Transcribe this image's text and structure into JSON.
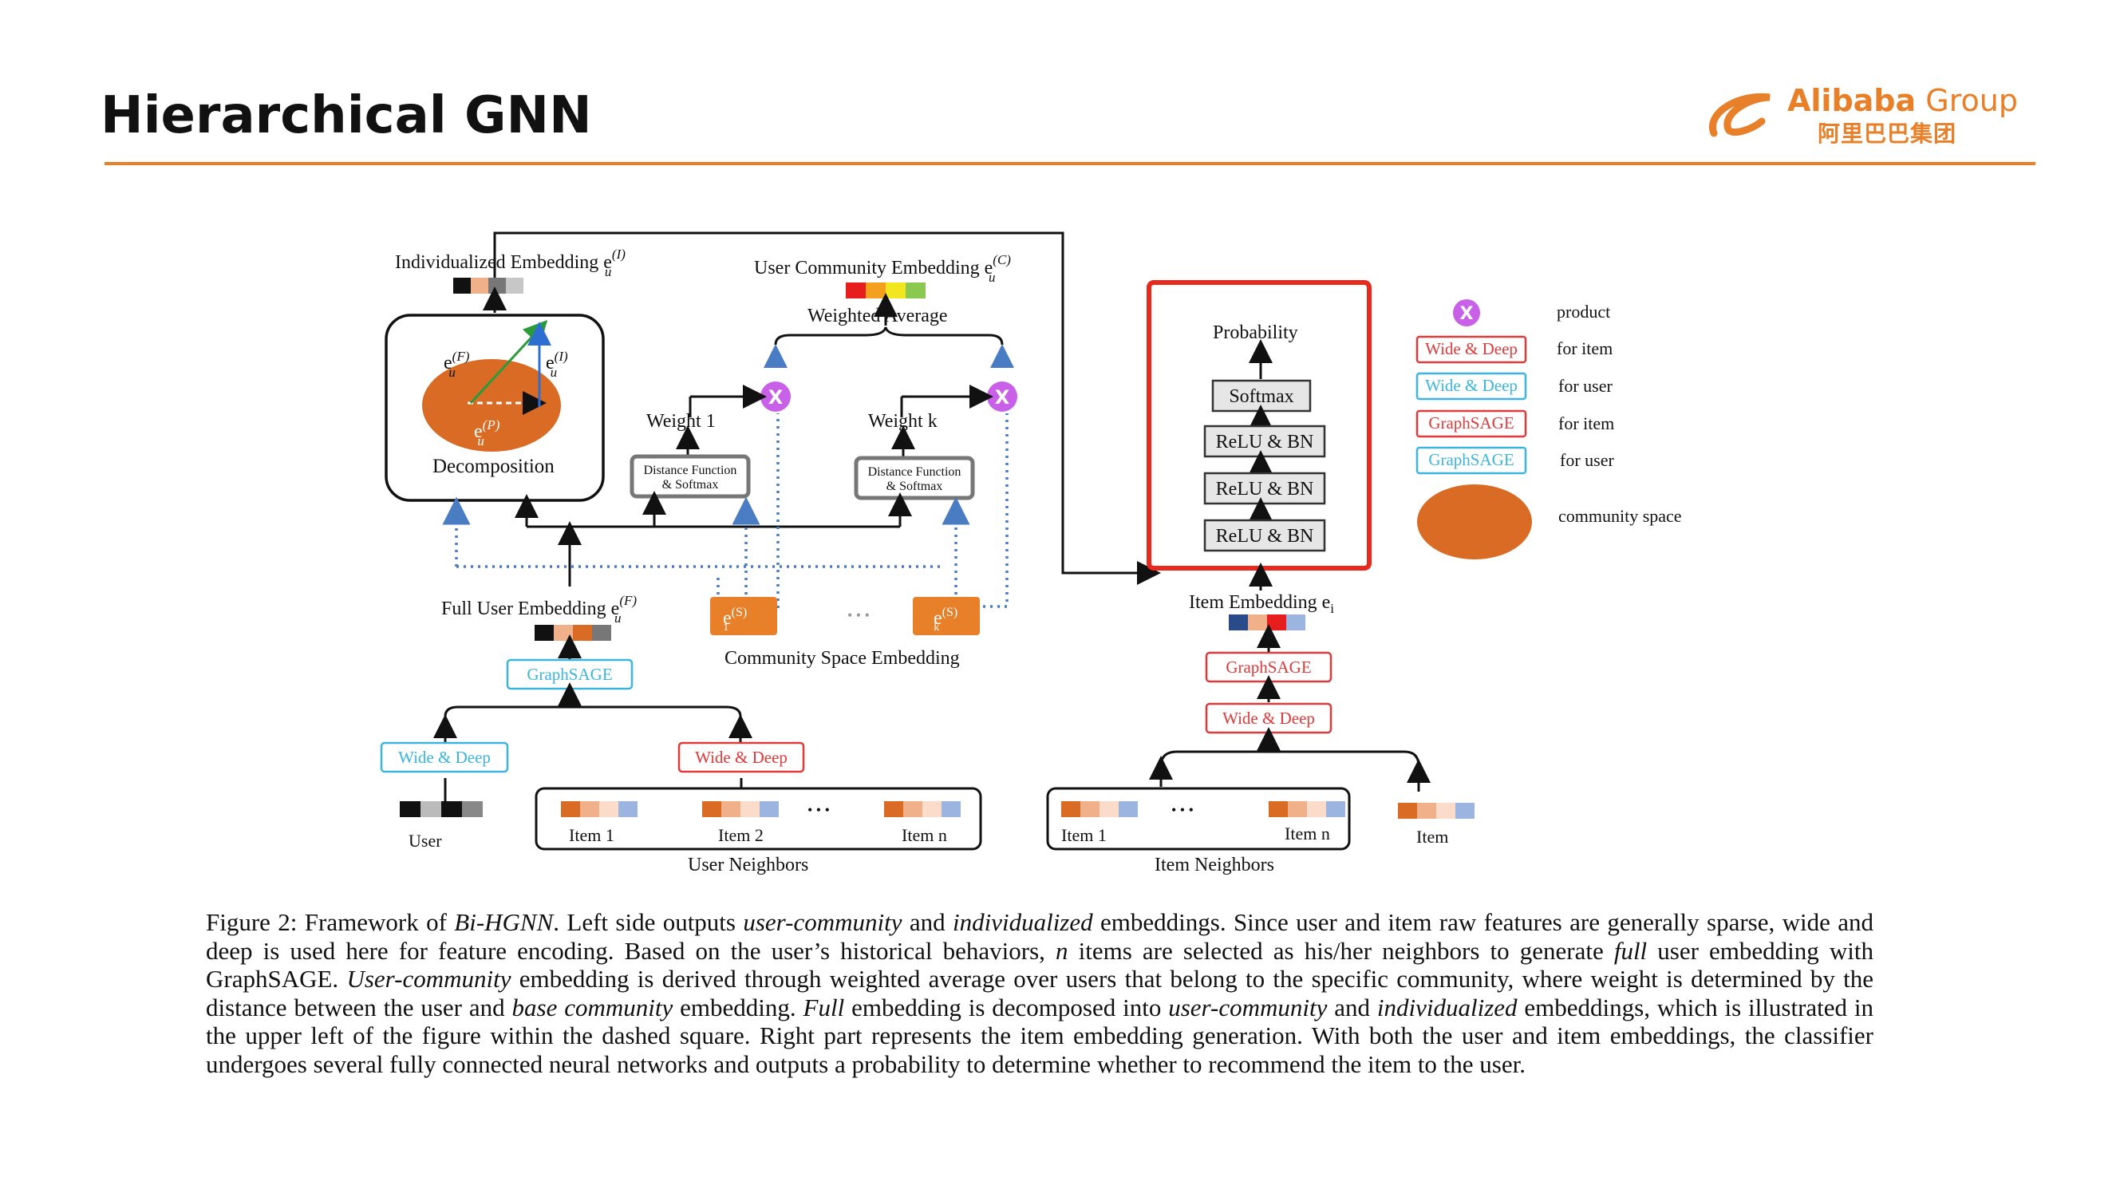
{
  "slide": {
    "title": "Hierarchical GNN",
    "logo_brand": "Alibaba",
    "logo_group": "Group",
    "logo_chinese": "阿里巴巴集团"
  },
  "left": {
    "individualized_embedding": "Individualized Embedding e",
    "individualized_sup": "(I)",
    "individualized_sub": "u",
    "user_community_embedding": "User Community Embedding e",
    "user_community_sup": "(C)",
    "user_community_sub": "u",
    "weighted_average": "Weighted Average",
    "weight_1": "Weight 1",
    "weight_k": "Weight k",
    "distance_fn_line1": "Distance Function",
    "distance_fn_line2": "& Softmax",
    "decomposition": "Decomposition",
    "e_F": "e",
    "e_F_sup": "(F)",
    "e_I": "e",
    "e_I_sup": "(I)",
    "e_P": "e",
    "e_P_sup": "(P)",
    "e_sub_u": "u",
    "full_user_embedding": "Full User Embedding e",
    "full_user_sup": "(F)",
    "full_user_sub": "u",
    "graphsage": "GraphSAGE",
    "wide_deep": "Wide & Deep",
    "e1_base": "e",
    "e1_sup": "(S)",
    "e1_sub": "1",
    "ek_base": "e",
    "ek_sup": "(S)",
    "ek_sub": "k",
    "dots": "• • •",
    "community_space_embedding": "Community Space Embedding",
    "user": "User",
    "item_1": "Item 1",
    "item_2": "Item 2",
    "item_n": "Item n",
    "user_neighbors": "User Neighbors"
  },
  "right": {
    "probability": "Probability",
    "softmax": "Softmax",
    "relu_bn": "ReLU & BN",
    "item_embedding": "Item Embedding  e",
    "item_embedding_sub": "i",
    "graphsage": "GraphSAGE",
    "wide_deep": "Wide & Deep",
    "item_1": "Item 1",
    "item_n": "Item n",
    "item": "Item",
    "item_neighbors": "Item Neighbors",
    "dots": "• • •"
  },
  "legend": {
    "product_symbol": "X",
    "product": "product",
    "wide_deep": "Wide & Deep",
    "graphsage": "GraphSAGE",
    "for_item": "for  item",
    "for_user": "for  user",
    "community_space": "community  space"
  },
  "caption": {
    "fig": "Figure 2: Framework of ",
    "bi_hgnn": "Bi-HGNN",
    "t1": ". Left side outputs ",
    "user_community": "user-community",
    "t2": " and ",
    "individualized": "individualized",
    "t3": " embeddings. Since user and item raw features are generally sparse, wide and deep is used here for feature encoding. Based on the user’s historical behaviors, ",
    "n": "n",
    "t4": " items are selected as his/her neighbors to generate ",
    "full": "full",
    "t5": " user embedding with GraphSAGE. ",
    "user_community_cap": "User-community",
    "t6": " embedding is derived through weighted average over users that belong to the specific community, where weight is determined by the distance between the user and ",
    "base_community": "base community",
    "t7": " embedding. ",
    "full_cap": "Full",
    "t8": " embedding is decomposed into ",
    "user_community2": "user-community",
    "t9": " and ",
    "individualized2": "individualized",
    "t10": " embeddings, which is illustrated in the upper left of the figure within the dashed square. Right part represents the item embedding generation. With both the user and item embeddings, the classifier undergoes several fully connected neural networks and outputs a probability to determine whether to recommend the item to the user."
  },
  "colors": {
    "accent": "#e8802a",
    "red": "#e03a3a",
    "blue": "#3bb5e0",
    "community": "#d96b25",
    "dashed": "#4a7cc4",
    "product": "#c860e8"
  }
}
